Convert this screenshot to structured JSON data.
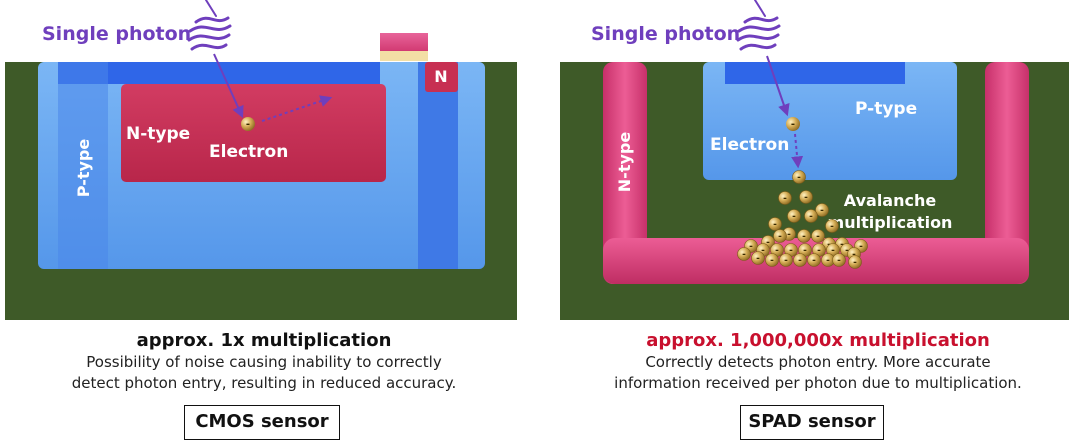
{
  "colors": {
    "substrate": "#3e5a28",
    "p_type": "#63a4f0",
    "p_type_dark": "#2f66e8",
    "n_type": "#c72f52",
    "n_type_pink": "#e0457f",
    "photon": "#6f3fbd",
    "electron": "#c9a24a",
    "headline_red": "#c8102e"
  },
  "cmos": {
    "photon_label": "Single photon",
    "p_type_label": "P-type",
    "n_type_label": "N-type",
    "n_tag_label": "N",
    "electron_label": "Electron",
    "electron_symbol": "-",
    "headline": "approx. 1x multiplication",
    "description_line1": "Possibility of noise causing inability to correctly",
    "description_line2": "detect photon entry, resulting in reduced accuracy.",
    "sensor_name": "CMOS sensor"
  },
  "spad": {
    "photon_label": "Single photon",
    "p_type_label": "P-type",
    "n_type_label": "N-type",
    "electron_label": "Electron",
    "electron_symbol": "-",
    "avalanche_line1": "Avalanche",
    "avalanche_line2": "multiplication",
    "headline": "approx. 1,000,000x multiplication",
    "description_line1": "Correctly detects photon entry. More accurate",
    "description_line2": "information received per photon due to multiplication.",
    "sensor_name": "SPAD sensor"
  }
}
